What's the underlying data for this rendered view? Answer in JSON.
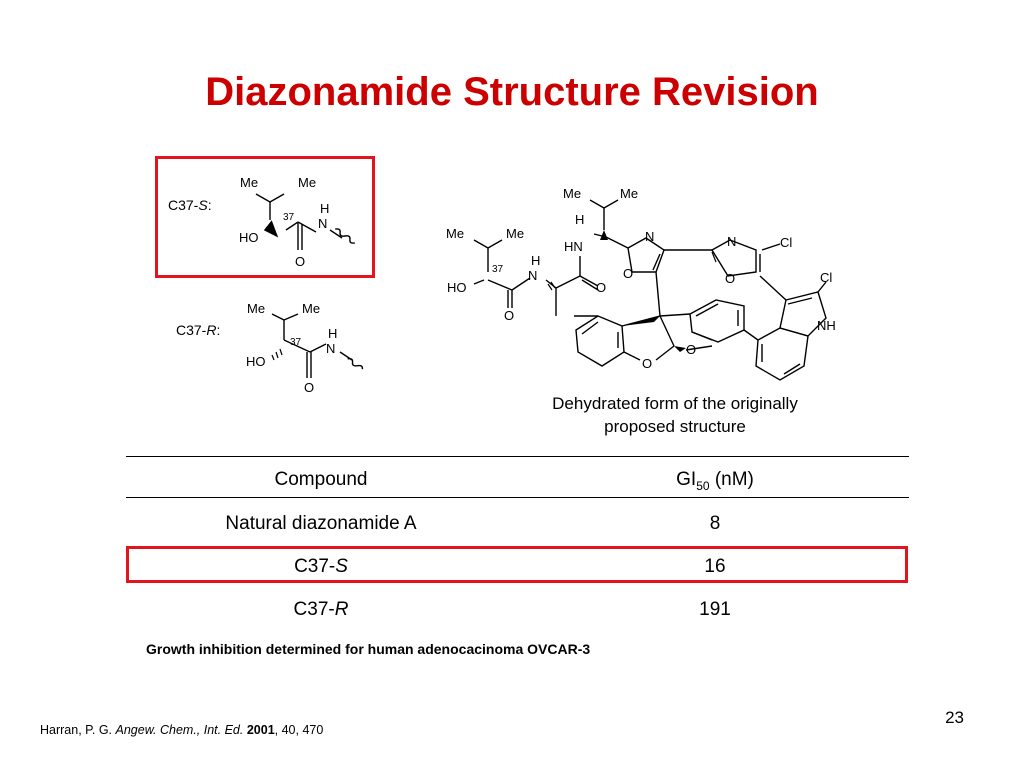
{
  "title": "Diazonamide Structure Revision",
  "colors": {
    "title": "#cc0000",
    "highlight": "#e2141c"
  },
  "structures": {
    "c37s": {
      "label_prefix": "C37-",
      "label_stereo": "S",
      "label_suffix": ":",
      "atoms": {
        "me1": "Me",
        "me2": "Me",
        "h": "H",
        "n": "N",
        "ho": "HO",
        "o": "O",
        "locant": "37"
      }
    },
    "c37r": {
      "label_prefix": "C37-",
      "label_stereo": "R",
      "label_suffix": ":",
      "atoms": {
        "me1": "Me",
        "me2": "Me",
        "h": "H",
        "n": "N",
        "ho": "HO",
        "o": "O",
        "locant": "37"
      }
    },
    "proposed": {
      "atoms": {
        "me_a1": "Me",
        "me_a2": "Me",
        "h_top": "H",
        "hn": "HN",
        "n_ox1": "N",
        "o_ox1": "O",
        "n_ox2": "N",
        "o_ox2": "O",
        "cl1": "Cl",
        "cl2": "Cl",
        "nh": "NH",
        "me_b1": "Me",
        "me_b2": "Me",
        "h_amide": "H",
        "n_amide": "N",
        "o_amide": "O",
        "ho": "HO",
        "o_ho_co": "O",
        "locant": "37",
        "o_aminal1": "O",
        "o_aminal2": "O"
      }
    },
    "caption_line1": "Dehydrated form of the originally",
    "caption_line2": "proposed structure"
  },
  "table": {
    "header": {
      "compound": "Compound",
      "gi_prefix": "GI",
      "gi_sub": "50",
      "gi_suffix": " (nM)"
    },
    "rows": [
      {
        "compound": "Natural diazonamide A",
        "gi50": "8"
      },
      {
        "compound_prefix": "C37-",
        "compound_stereo": "S",
        "gi50": "16",
        "highlighted": true
      },
      {
        "compound_prefix": "C37-",
        "compound_stereo": "R",
        "gi50": "191"
      }
    ]
  },
  "note": "Growth inhibition determined for human adenocacinoma OVCAR-3",
  "page_number": "23",
  "reference": {
    "authors": "Harran, P. G. ",
    "journal": "Angew. Chem., Int. Ed.",
    "year": "2001",
    "rest": ", 40, 470"
  }
}
